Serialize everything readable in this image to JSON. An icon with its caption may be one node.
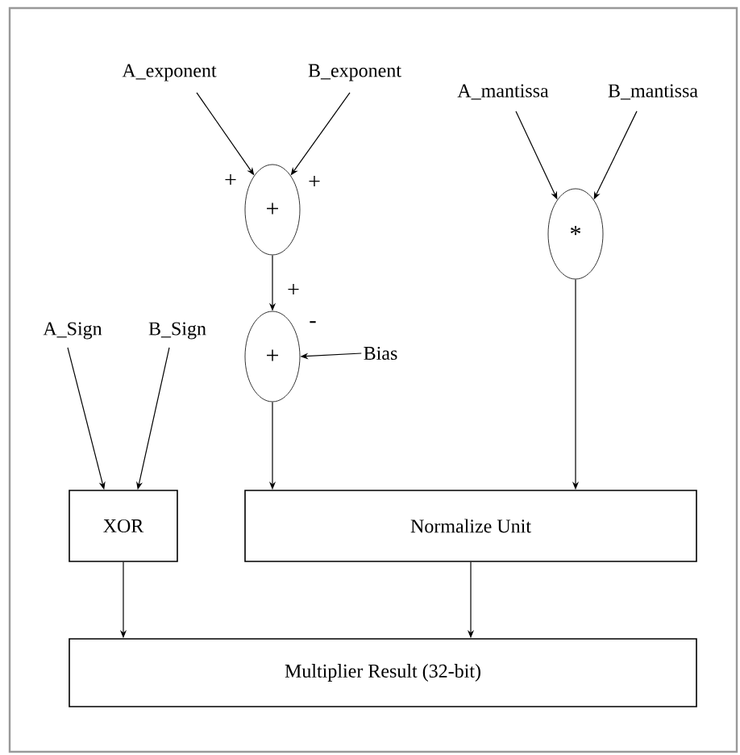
{
  "diagram": {
    "nodes": [
      {
        "text": [
          "A_exponent"
        ]
      },
      {
        "text": [
          "B_exponent"
        ]
      },
      {
        "text": [
          "+"
        ]
      },
      {
        "text": [
          "A_mantissa"
        ]
      },
      {
        "text": [
          "B_mantissa"
        ]
      },
      {
        "text": [
          "*"
        ]
      },
      {
        "text": [
          "A_Sign"
        ]
      },
      {
        "text": [
          "B_Sign"
        ]
      },
      {
        "text": [
          "+"
        ]
      },
      {
        "text": [
          "Bias"
        ]
      },
      {
        "text": [
          "XOR"
        ]
      },
      {
        "text": [
          "Normalize Unit"
        ]
      },
      {
        "text": [
          "Multiplier Result (32-bit)"
        ]
      }
    ],
    "edges": [
      {
        "from": 0,
        "to": 2,
        "arrow": "to",
        "label": "+"
      },
      {
        "from": 1,
        "to": 2,
        "arrow": "to",
        "label": "+"
      },
      {
        "from": 2,
        "to": 8,
        "arrow": "to",
        "label": "+"
      },
      {
        "from": 9,
        "to": 8,
        "arrow": "to",
        "label": "-"
      },
      {
        "from": 3,
        "to": 5,
        "arrow": "to"
      },
      {
        "from": 4,
        "to": 5,
        "arrow": "to"
      },
      {
        "from": 6,
        "to": 10,
        "arrow": "to"
      },
      {
        "from": 7,
        "to": 10,
        "arrow": "to"
      },
      {
        "from": 8,
        "to": 11,
        "arrow": "to"
      },
      {
        "from": 5,
        "to": 11,
        "arrow": "to"
      },
      {
        "from": 10,
        "to": 12,
        "arrow": "to"
      },
      {
        "from": 11,
        "to": 12,
        "arrow": "to"
      }
    ]
  }
}
